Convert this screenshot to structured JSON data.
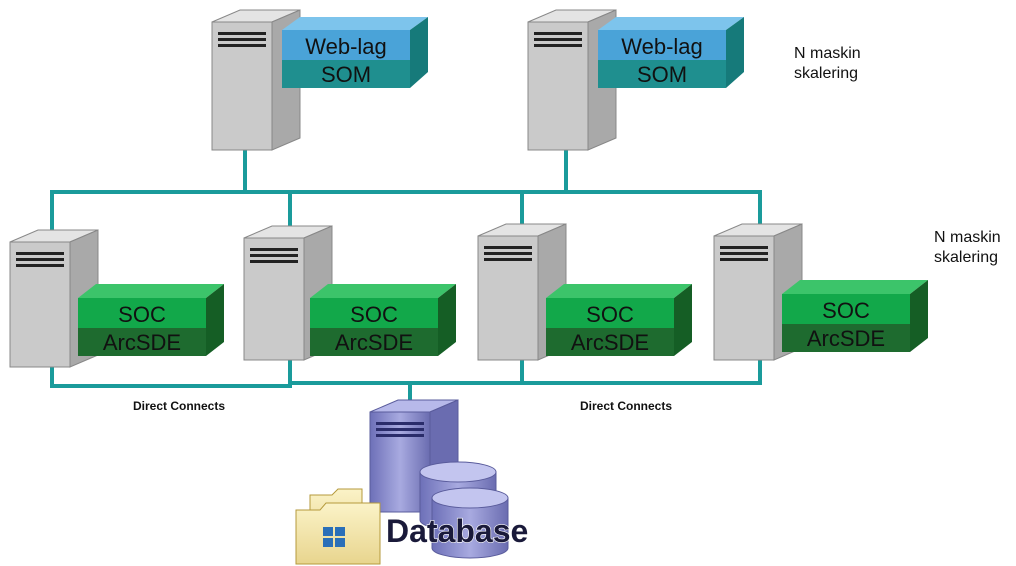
{
  "web_tier": {
    "servers": [
      {
        "top_label": "Web-lag",
        "bottom_label": "SOM"
      },
      {
        "top_label": "Web-lag",
        "bottom_label": "SOM"
      }
    ],
    "scaling_note": [
      "N maskin",
      "skalering"
    ]
  },
  "soc_tier": {
    "servers": [
      {
        "top_label": "SOC",
        "bottom_label": "ArcSDE"
      },
      {
        "top_label": "SOC",
        "bottom_label": "ArcSDE"
      },
      {
        "top_label": "SOC",
        "bottom_label": "ArcSDE"
      },
      {
        "top_label": "SOC",
        "bottom_label": "ArcSDE"
      }
    ],
    "scaling_note": [
      "N maskin",
      "skalering"
    ]
  },
  "connections": {
    "left_label": "Direct Connects",
    "right_label": "Direct Connects"
  },
  "database": {
    "label": "Database"
  },
  "colors": {
    "network_line": "#1a9b9b",
    "tower_front": "#c9c9c9",
    "tower_side": "#a9a9a9",
    "tower_top": "#e2e2e2",
    "web_box_top": "#4aa3d8",
    "web_box_bottom": "#1f8f8f",
    "soc_box_top": "#12a84a",
    "soc_box_bottom": "#1e6b2f",
    "db_tower": "#8c8fcf",
    "db_cylinder": "#7f7fc4"
  }
}
